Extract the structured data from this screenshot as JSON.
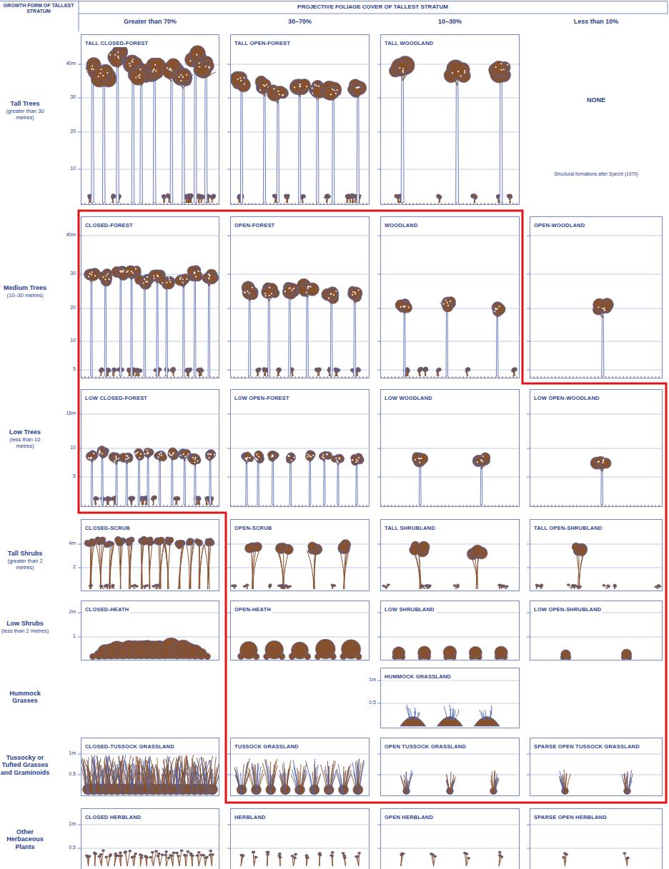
{
  "diagram": {
    "nodes": [
      {
        "text": [
          "TALL CLOSED-FOREST"
        ]
      },
      {
        "text": [
          "TALL OPEN-FOREST"
        ]
      },
      {
        "text": [
          "TALL WOODLAND"
        ]
      },
      {
        "text": [
          "CLOSED-FOREST"
        ]
      },
      {
        "text": [
          "OPEN-FOREST"
        ]
      },
      {
        "text": [
          "WOODLAND"
        ]
      },
      {
        "text": [
          "OPEN-WOODLAND"
        ]
      },
      {
        "text": [
          "LOW CLOSED-FOREST"
        ]
      },
      {
        "text": [
          "LOW OPEN-FOREST"
        ]
      },
      {
        "text": [
          "LOW WOODLAND"
        ]
      },
      {
        "text": [
          "LOW OPEN-WOODLAND"
        ]
      },
      {
        "text": [
          "CLOSED-SCRUB"
        ]
      },
      {
        "text": [
          "OPEN-SCRUB"
        ]
      },
      {
        "text": [
          "TALL SHRUBLAND"
        ]
      },
      {
        "text": [
          "TALL OPEN-SHRUBLAND"
        ]
      },
      {
        "text": [
          "CLOSED-HEATH"
        ]
      },
      {
        "text": [
          "OPEN-HEATH"
        ]
      },
      {
        "text": [
          "LOW SHRUBLAND"
        ]
      },
      {
        "text": [
          "LOW OPEN-SHRUBLAND"
        ]
      },
      {
        "text": [
          "HUMMOCK GRASSLAND"
        ]
      },
      {
        "text": [
          "CLOSED-TUSSOCK GRASSLAND"
        ]
      },
      {
        "text": [
          "TUSSOCK GRASSLAND"
        ]
      },
      {
        "text": [
          "OPEN TUSSOCK GRASSLAND"
        ]
      },
      {
        "text": [
          "SPARSE OPEN TUSSOCK GRASSLAND"
        ]
      },
      {
        "text": [
          "CLOSED HERBLAND"
        ]
      },
      {
        "text": [
          "HERBLAND"
        ]
      },
      {
        "text": [
          "OPEN HERBLAND"
        ]
      },
      {
        "text": [
          "SPARSE OPEN HERBLAND"
        ]
      }
    ],
    "labels": [
      "GROWTH FORM OF TALLEST STRATUM",
      "PROJECTIVE FOLIAGE COVER OF TALLEST STRATUM",
      "Greater than 70%",
      "30–70%",
      "10–30%",
      "Less than 10%",
      "Tall Trees",
      "(greater than 30 metres)",
      "40m",
      "30",
      "20",
      "10",
      "NONE",
      "Structural formations after Specht (1970)",
      "Medium Trees",
      "(10–30 metres)",
      "40m",
      "30",
      "20",
      "10",
      "5",
      "Low Trees",
      "(less than 10 metres)",
      "15m",
      "10",
      "5",
      "Tall Shrubs",
      "(greater than 2 metres)",
      "4m",
      "2",
      "Low Shrubs",
      "(less than 2 metres)",
      "2m",
      "1",
      "Hummock Grasses",
      "1m",
      "0.5",
      "Tussocky or Tufted Grasses and Graminoids",
      "1m",
      "0.5",
      "Other Herbaceous Plants",
      "1m",
      "0.5"
    ]
  }
}
